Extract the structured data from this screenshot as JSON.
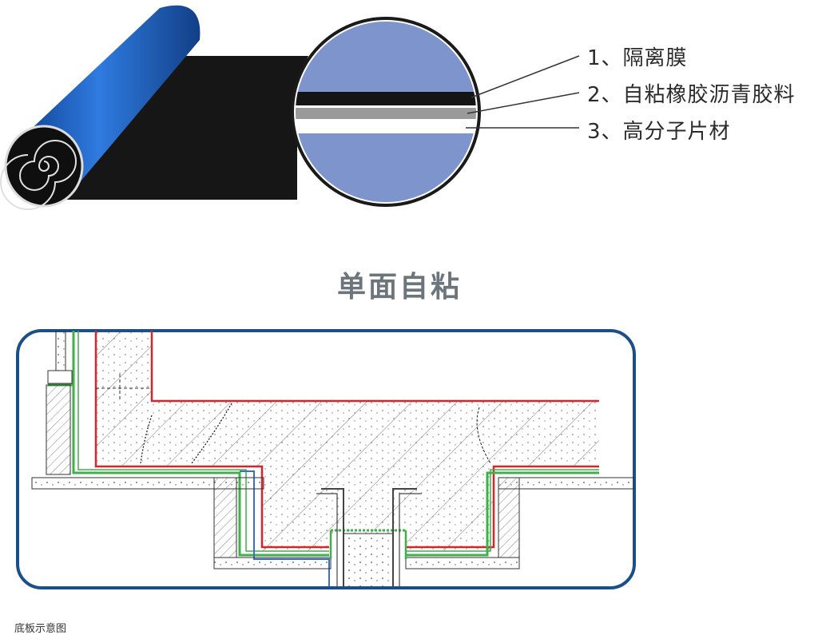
{
  "legend": {
    "items": [
      {
        "label": "1、隔离膜"
      },
      {
        "label": "2、自粘橡胶沥青胶料"
      },
      {
        "label": "3、高分子片材"
      }
    ]
  },
  "diagram_title": "单面自粘",
  "caption": "底板示意图",
  "colors": {
    "roll_blue": "#1c5db8",
    "membrane_black": "#151515",
    "circle_blue": "#7d95cc",
    "layer_gray": "#9a9a9a",
    "frame_blue": "#1b4f8a",
    "red_line": "#d6262b",
    "green_line": "#3fb04a",
    "blue_line": "#3d6fc7"
  }
}
